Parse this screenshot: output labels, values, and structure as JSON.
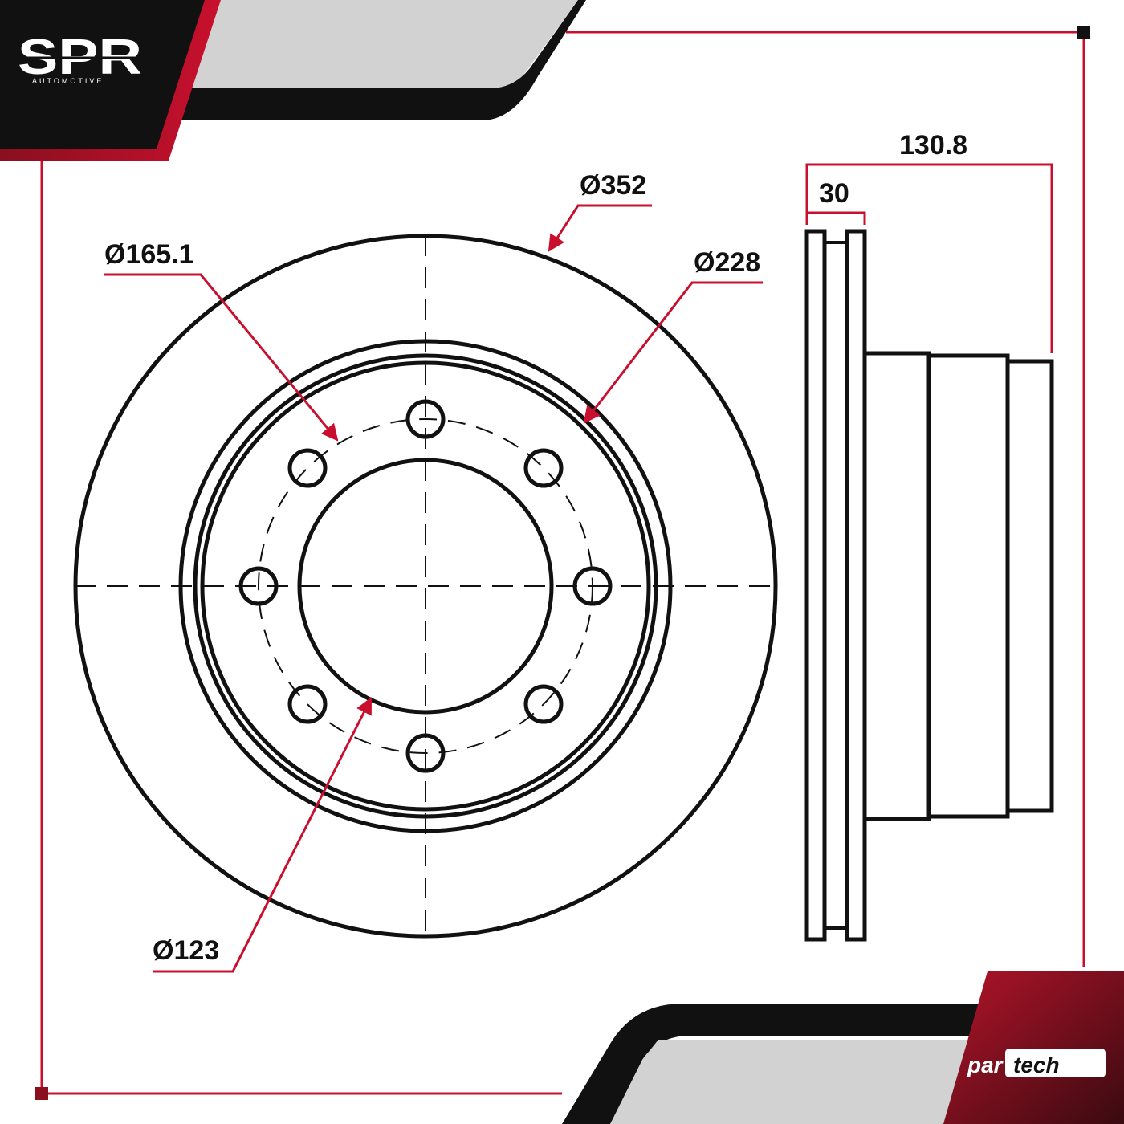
{
  "brand": {
    "name": "SPR",
    "subtitle": "AUTOMOTIVE",
    "partner_prefix": "par",
    "partner_suffix": "tech"
  },
  "dimensions": {
    "outer_diameter": "Ø352",
    "bolt_circle": "Ø165.1",
    "hat_diameter": "Ø228",
    "center_bore": "Ø123",
    "disc_thickness": "30",
    "total_height": "130.8"
  },
  "colors": {
    "accent_red": "#c8102e",
    "dark": "#111111",
    "grey": "#d2d2d2"
  }
}
